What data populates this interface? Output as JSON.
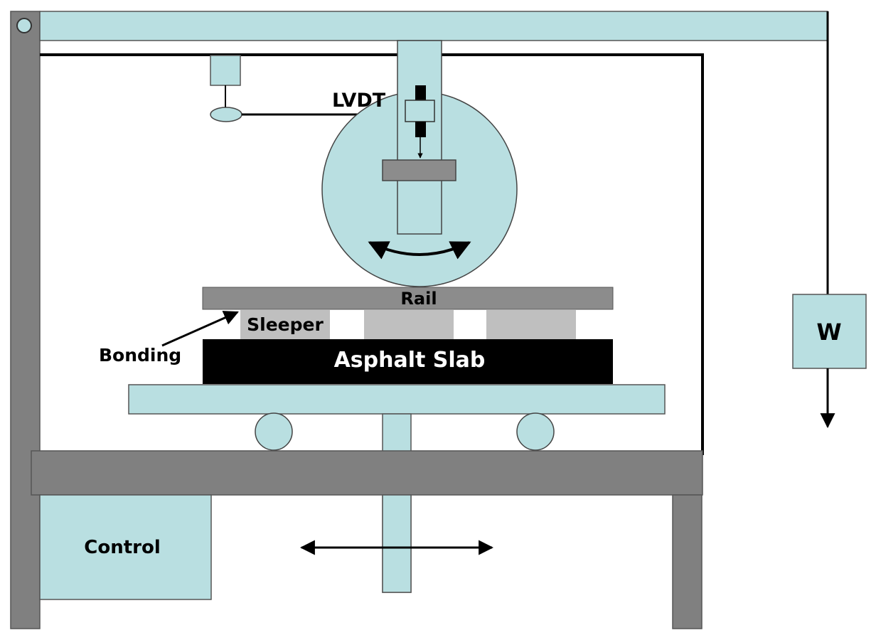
{
  "labels": {
    "lvdt": "LVDT",
    "rail": "Rail",
    "sleeper": "Sleeper",
    "bonding": "Bonding",
    "asphalt_slab": "Asphalt Slab",
    "weight": "W",
    "control": "Control"
  },
  "colors": {
    "light_blue": "#b9dfe1",
    "frame_gray": "#808080",
    "rail_gray": "#8c8c8c",
    "sleeper_gray": "#bfbfbf",
    "slab_black": "#000000"
  }
}
